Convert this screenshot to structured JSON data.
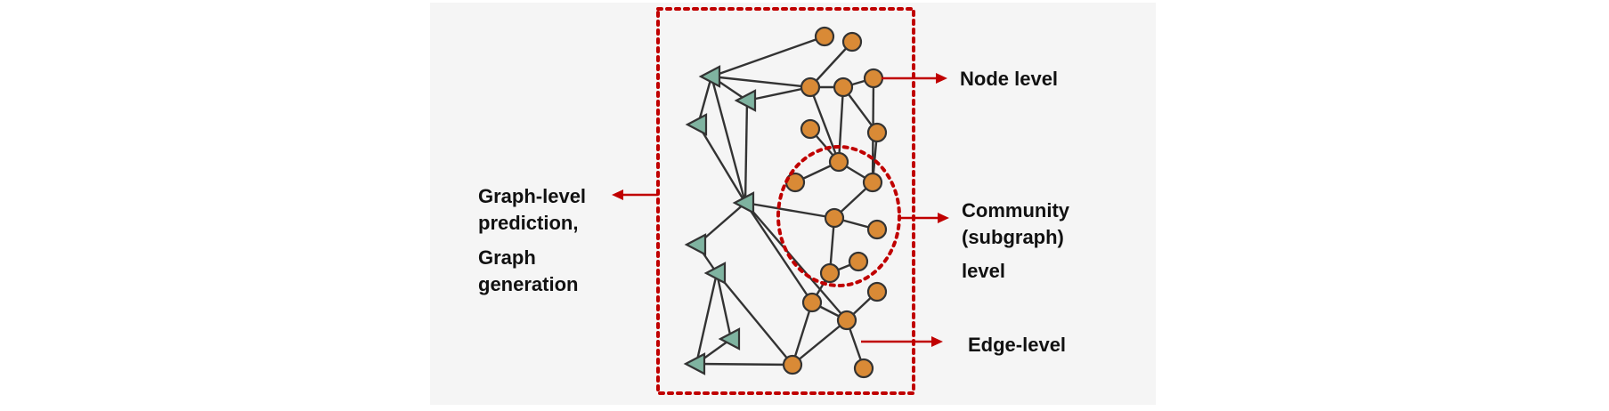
{
  "labels": {
    "node_level": "Node level",
    "community_1": "Community",
    "community_2": "(subgraph)",
    "community_3": "level",
    "edge_level": "Edge-level",
    "graph_1": "Graph-level",
    "graph_2": "prediction,",
    "graph_3": "Graph",
    "graph_4": "generation"
  },
  "colors": {
    "circle_node": "#d98a36",
    "triangle_node": "#7fb3a0",
    "highlight": "#c00000"
  }
}
